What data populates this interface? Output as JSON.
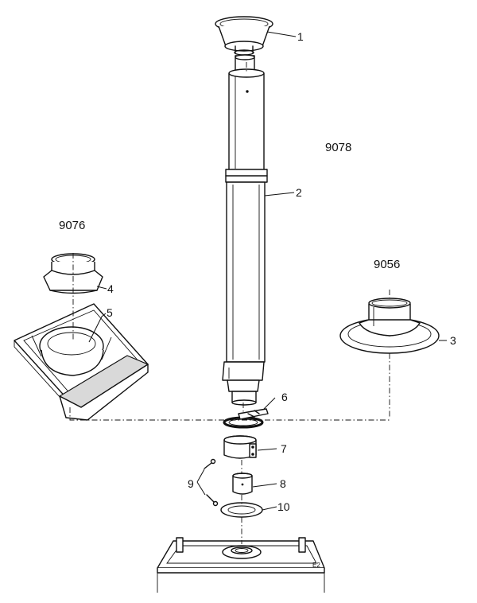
{
  "diagram": {
    "model_numbers": {
      "main": "9078",
      "left": "9076",
      "right": "9056"
    },
    "callouts": [
      "1",
      "2",
      "3",
      "4",
      "5",
      "6",
      "7",
      "8",
      "9",
      "10"
    ],
    "base_marking": "E2"
  }
}
